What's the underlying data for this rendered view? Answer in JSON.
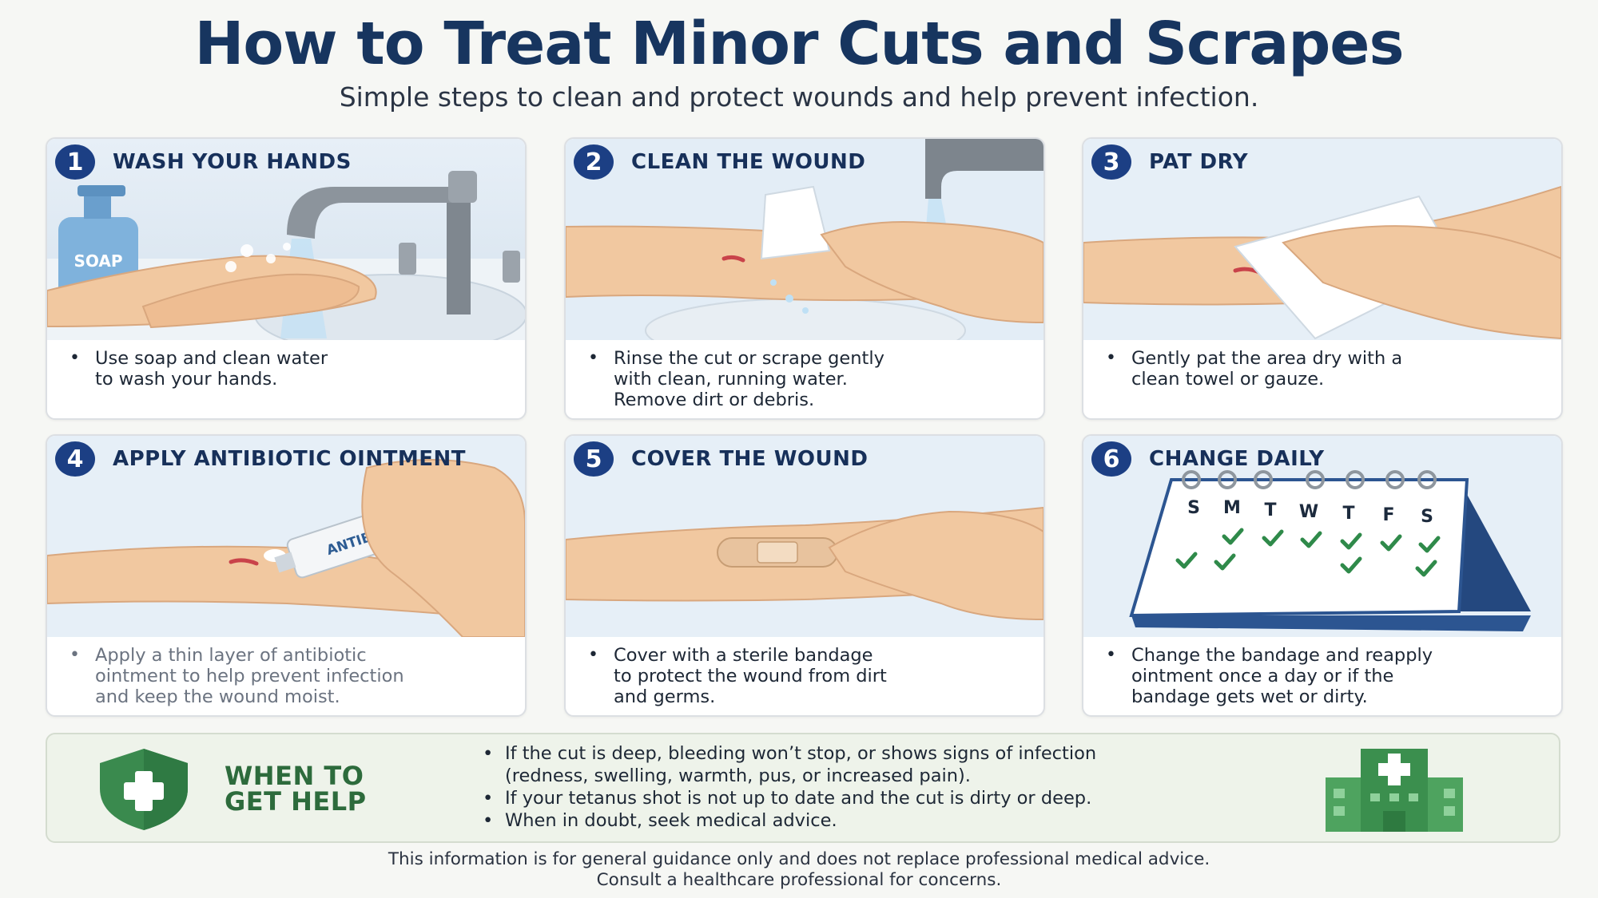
{
  "header": {
    "title": "How to Treat Minor Cuts and Scrapes",
    "subtitle": "Simple steps to clean and protect wounds and help prevent infection."
  },
  "steps": [
    {
      "number": "1",
      "heading": "WASH YOUR HANDS",
      "image_text": "SOAP",
      "lines": [
        "Use soap and clean water",
        "to wash your hands."
      ]
    },
    {
      "number": "2",
      "heading": "CLEAN THE WOUND",
      "lines": [
        "Rinse the cut or scrape gently",
        "with clean, running water.",
        "Remove dirt or debris."
      ]
    },
    {
      "number": "3",
      "heading": "PAT DRY",
      "lines": [
        "Gently pat the area dry with a",
        "clean towel or gauze."
      ]
    },
    {
      "number": "4",
      "heading": "APPLY ANTIBIOTIC OINTMENT",
      "image_text": "ANTIBIOTIC",
      "lines": [
        "Apply a thin layer of antibiotic",
        "ointment to help prevent infection",
        "and keep the wound moist."
      ]
    },
    {
      "number": "5",
      "heading": "COVER THE WOUND",
      "lines": [
        "Cover with a sterile bandage",
        "to protect the wound from dirt",
        "and germs."
      ]
    },
    {
      "number": "6",
      "heading": "CHANGE DAILY",
      "calendar_days": [
        "S",
        "M",
        "T",
        "W",
        "T",
        "F",
        "S"
      ],
      "lines": [
        "Change the bandage and reapply",
        "ointment once a day or if the",
        "bandage gets wet or dirty."
      ]
    }
  ],
  "help": {
    "title_lines": [
      "WHEN TO",
      "GET HELP"
    ],
    "lines": [
      "If the cut is deep, bleeding won’t stop, or shows signs of infection",
      "(redness, swelling, warmth, pus, or increased pain).",
      "If your tetanus shot is not up to date and the cut is dirty or deep.",
      "When in doubt, seek medical advice."
    ]
  },
  "footer": {
    "lines": [
      "This information is for general guidance only and does not replace professional medical advice.",
      "Consult a healthcare professional for concerns."
    ]
  },
  "colors": {
    "title": "#17355f",
    "step_badge": "#1c3f84",
    "help_green": "#2d6b3c",
    "skin": "#f1c8a0",
    "wound": "#c9434a"
  }
}
